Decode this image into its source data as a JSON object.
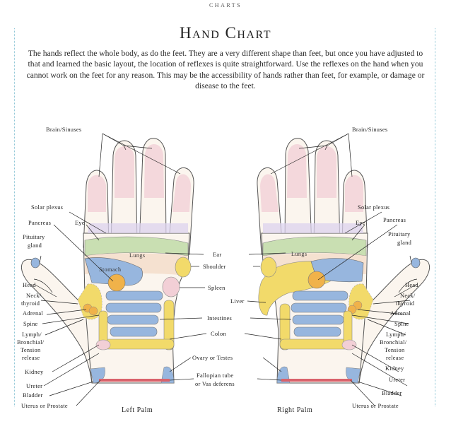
{
  "header": {
    "running_head": "CHARTS"
  },
  "title": "Hand Chart",
  "intro": "The hands reflect the whole body, as do the feet. They are a very different shape than feet, but once you have adjusted to that and learned the basic layout, the location of reflexes is quite straightforward. Use the reflexes on the hand when you cannot work on the feet for any reason. This may be the accessibility of hands rather than feet, for example, or damage or disease to the feet.",
  "left_hand": {
    "caption": "Left Palm",
    "labels": {
      "brain": "Brain/Sinuses",
      "solar": "Solar plexus",
      "eye": "Eye",
      "pancreas": "Pancreas",
      "pituitary_1": "Pituitary",
      "pituitary_2": "gland",
      "head": "Head",
      "neck_1": "Neck/",
      "neck_2": "thyroid",
      "adrenal": "Adrenal",
      "spine": "Spine",
      "lymph_1": "Lymph/",
      "lymph_2": "Bronchial/",
      "lymph_3": "Tension",
      "lymph_4": "release",
      "kidney": "Kidney",
      "ureter": "Ureter",
      "bladder": "Bladder",
      "uterus": "Uterus or Prostate"
    },
    "zones": {
      "lungs": "Lungs",
      "stomach": "Stomach"
    }
  },
  "right_hand": {
    "caption": "Right Palm",
    "labels": {
      "brain": "Brain/Sinuses",
      "solar": "Solar plexus",
      "eye": "Eye",
      "pancreas": "Pancreas",
      "pituitary_1": "Pituitary",
      "pituitary_2": "gland",
      "head": "Head",
      "neck_1": "Neck/",
      "neck_2": "thyroid",
      "adrenal": "Adrenal",
      "spine": "Spine",
      "lymph_1": "Lymph/",
      "lymph_2": "Bronchial/",
      "lymph_3": "Tension",
      "lymph_4": "release",
      "kidney": "Kidney",
      "ureter": "Ureter",
      "bladder": "Bladder",
      "uterus": "Uterus or Prostate"
    },
    "zones": {
      "lungs": "Lungs"
    }
  },
  "center_labels": {
    "ear": "Ear",
    "shoulder": "Shoulder",
    "spleen": "Spleen",
    "liver": "Liver",
    "intestines": "Intestines",
    "colon": "Colon",
    "ovary_1": "Ovary or Testes",
    "fallopian_1": "Fallopian tube",
    "fallopian_2": "or Vas deferens"
  },
  "colors": {
    "yellow": "#f2da6a",
    "orange": "#f0b24a",
    "blue": "#97b6de",
    "green": "#c9dfb2",
    "pink": "#f2cfd6",
    "lilac": "#ddd3ee",
    "peach": "#f4dcc8",
    "red": "#d9626b",
    "frame": "#8fc6d6"
  }
}
